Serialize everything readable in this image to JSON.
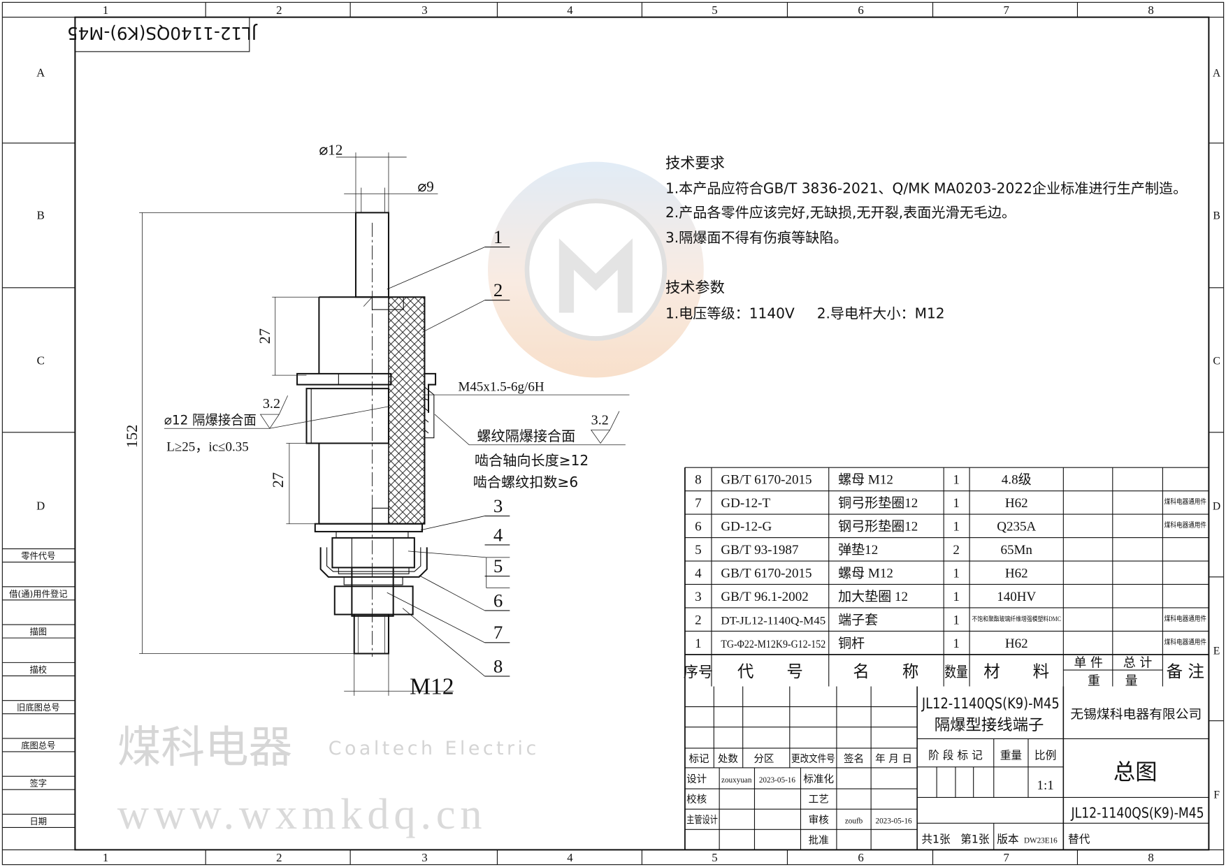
{
  "frame": {
    "columns": [
      "1",
      "2",
      "3",
      "4",
      "5",
      "6",
      "7",
      "8"
    ],
    "rows": [
      "A",
      "B",
      "C",
      "D",
      "E",
      "F"
    ]
  },
  "corner_title": "JL12-1140QS(K9)-M45",
  "left_register": [
    "零件代号",
    "借(通)用件登记",
    "描图",
    "描校",
    "旧底图总号",
    "底图总号",
    "签字",
    "日期"
  ],
  "watermark": {
    "brand_cn": "煤科电器",
    "brand_en": "Coaltech Electric",
    "url": "www.wxmkdq.cn"
  },
  "tech_requirements": {
    "title": "技术要求",
    "items": [
      "1.本产品应符合GB/T 3836-2021、Q/MK MA0203-2022企业标准进行生产制造。",
      "2.产品各零件应该完好,无缺损,无开裂,表面光滑无毛边。",
      "3.隔爆面不得有伤痕等缺陷。"
    ]
  },
  "tech_params": {
    "title": "技术参数",
    "line": "1.电压等级：1140V     2.导电杆大小：M12"
  },
  "dimensions": {
    "d12_top": "⌀12",
    "d9": "⌀9",
    "overall": "152",
    "upper_len": "27",
    "lower_len": "27",
    "m12": "M12",
    "thread": "M45x1.5-6g/6H",
    "roughness_1": "3.2",
    "roughness_2": "3.2",
    "flame_joint": "⌀12 隔爆接合面",
    "flame_joint_spec": "L≥25，ic≤0.35",
    "thread_joint": "螺纹隔爆接合面",
    "thread_axial": "啮合轴向长度≥12",
    "thread_count": "啮合螺纹扣数≥6"
  },
  "balloons": [
    "1",
    "2",
    "3",
    "4",
    "5",
    "6",
    "7",
    "8"
  ],
  "parts_table": {
    "header": {
      "no": "序号",
      "code": "代　　号",
      "name": "名　　称",
      "qty": "数量",
      "material": "材　　料",
      "unit": "单 件",
      "total": "总 计",
      "weight": "重　　量",
      "remark": "备 注"
    },
    "rows": [
      {
        "no": "8",
        "code": "GB/T 6170-2015",
        "name": "螺母 M12",
        "qty": "1",
        "material": "4.8级",
        "remark": ""
      },
      {
        "no": "7",
        "code": "GD-12-T",
        "name": "铜弓形垫圈12",
        "qty": "1",
        "material": "H62",
        "remark": "煤科电器通用件"
      },
      {
        "no": "6",
        "code": "GD-12-G",
        "name": "钢弓形垫圈12",
        "qty": "1",
        "material": "Q235A",
        "remark": "煤科电器通用件"
      },
      {
        "no": "5",
        "code": "GB/T 93-1987",
        "name": "弹垫12",
        "qty": "2",
        "material": "65Mn",
        "remark": ""
      },
      {
        "no": "4",
        "code": "GB/T 6170-2015",
        "name": "螺母 M12",
        "qty": "1",
        "material": "H62",
        "remark": ""
      },
      {
        "no": "3",
        "code": "GB/T 96.1-2002",
        "name": "加大垫圈 12",
        "qty": "1",
        "material": "140HV",
        "remark": ""
      },
      {
        "no": "2",
        "code": "DT-JL12-1140Q-M45",
        "name": "端子套",
        "qty": "1",
        "material": "不饱和聚酯玻璃纤维增强模塑料DMC",
        "remark": "煤科电器通用件"
      },
      {
        "no": "1",
        "code": "TG-Φ22-M12K9-G12-152",
        "name": "铜杆",
        "qty": "1",
        "material": "H62",
        "remark": "煤科电器通用件"
      }
    ]
  },
  "title_block": {
    "change_headers": [
      "标记",
      "处数",
      "分区",
      "更改文件号",
      "签名",
      "年 月 日"
    ],
    "sign_rows": [
      {
        "role": "设计",
        "name": "zouxyuan",
        "date": "2023-05-16",
        "role2": "标准化",
        "name2": "",
        "date2": ""
      },
      {
        "role": "校核",
        "name": "",
        "date": "",
        "role2": "工艺",
        "name2": "",
        "date2": ""
      },
      {
        "role": "主管设计",
        "name": "",
        "date": "",
        "role2": "审核",
        "name2": "zoufb",
        "date2": "2023-05-16"
      },
      {
        "role": "",
        "name": "",
        "date": "",
        "role2": "批准",
        "name2": "",
        "date2": ""
      }
    ],
    "product_code": "JL12-1140QS(K9)-M45",
    "product_name": "隔爆型接线端子",
    "company": "无锡煤科电器有限公司",
    "stage_label": "阶 段 标 记",
    "weight_label": "重量",
    "scale_label": "比例",
    "scale": "1:1",
    "drawing_title": "总图",
    "drawing_number": "JL12-1140QS(K9)-M45",
    "sheets_total": "共1张",
    "sheet_no": "第1张",
    "version_label": "版本",
    "version": "DW23E16",
    "replace_label": "替代"
  }
}
